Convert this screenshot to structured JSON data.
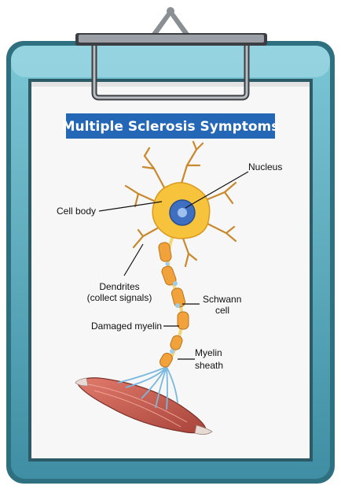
{
  "title": "Multiple Sclerosis Symptoms",
  "labels": {
    "nucleus": "Nucleus",
    "cell_body": "Cell body",
    "dendrites": "Dendrites",
    "dendrites_note": "(collect signals)",
    "schwann_line1": "Schwann",
    "schwann_line2": "cell",
    "damaged_myelin": "Damaged myelin",
    "myelin_line1": "Myelin",
    "myelin_line2": "sheath"
  },
  "colors": {
    "clipboard": "#4fa3b8",
    "clipboard_frame": "#2a6b7a",
    "title_banner": "#2367b6",
    "cell_body": "#f7c23c",
    "nucleus": "#3f6fc0",
    "myelin": "#f2a23a",
    "muscle": "#c85a4e"
  }
}
